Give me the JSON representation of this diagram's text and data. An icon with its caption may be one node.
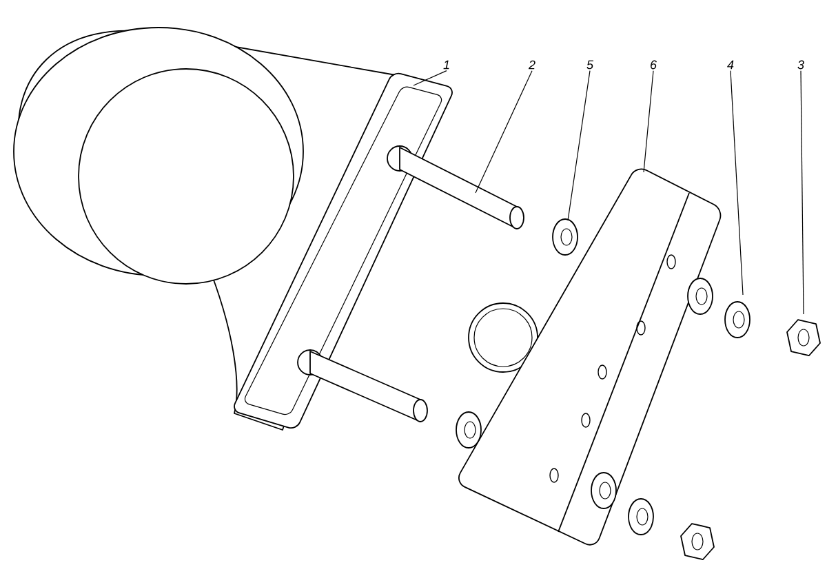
{
  "diagram": {
    "nodes": [
      {
        "text": [
          "1"
        ]
      },
      {
        "text": [
          "2"
        ]
      },
      {
        "text": [
          "5"
        ]
      },
      {
        "text": [
          "6"
        ]
      },
      {
        "text": [
          "4"
        ]
      },
      {
        "text": [
          "3"
        ]
      }
    ],
    "edges": [
      {
        "from": 0,
        "to": null,
        "arrow": "none"
      },
      {
        "from": 1,
        "to": null,
        "arrow": "none"
      },
      {
        "from": 2,
        "to": null,
        "arrow": "none"
      },
      {
        "from": 3,
        "to": null,
        "arrow": "none"
      },
      {
        "from": 4,
        "to": null,
        "arrow": "none"
      },
      {
        "from": 5,
        "to": null,
        "arrow": "none"
      }
    ]
  }
}
